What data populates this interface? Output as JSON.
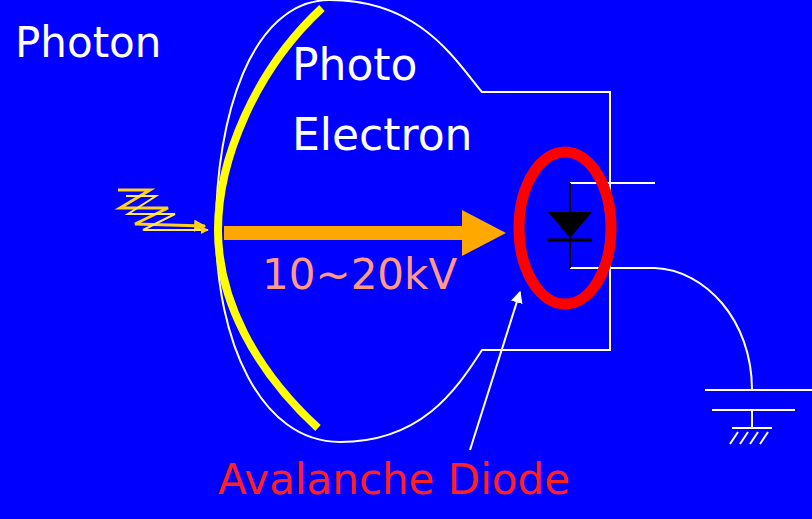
{
  "diagram": {
    "labels": [
      "Photon",
      "Photo Electron",
      "10~20kV",
      "Avalanche Diode"
    ]
  }
}
